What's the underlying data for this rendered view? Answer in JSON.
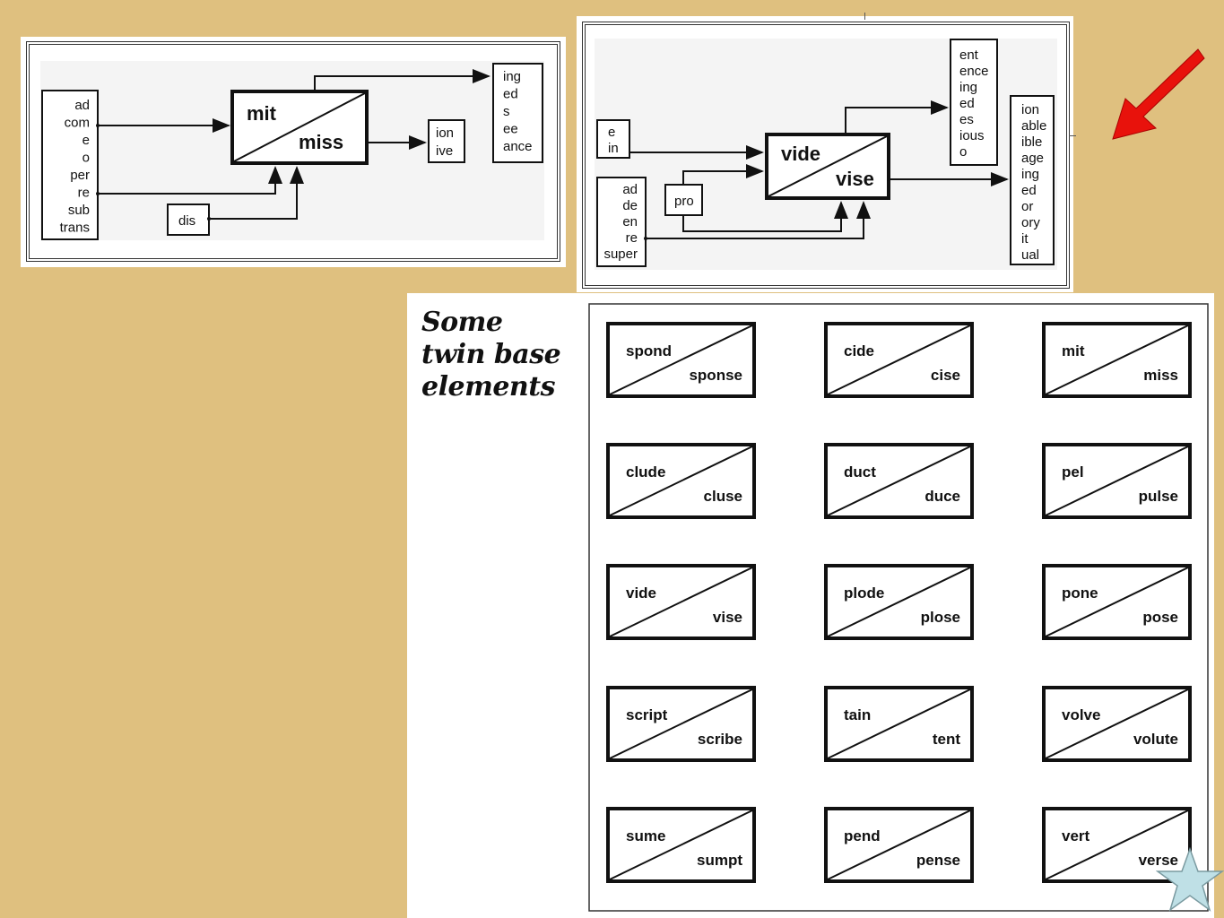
{
  "diagram1": {
    "prefixes": [
      "ad",
      "com",
      "e",
      "o",
      "per",
      "re",
      "sub",
      "trans"
    ],
    "base_top": "mit",
    "base_bottom": "miss",
    "extra_prefix": "dis",
    "suffixes_top": [
      "ing",
      "ed",
      "s",
      "ee",
      "ance"
    ],
    "suffixes_right": [
      "ion",
      "ive"
    ]
  },
  "diagram2": {
    "prefixes_a": [
      "e",
      "in"
    ],
    "prefixes_b": [
      "ad",
      "de",
      "en",
      "re",
      "super"
    ],
    "extra_prefix": "pro",
    "base_top": "vide",
    "base_bottom": "vise",
    "suffixes_top": [
      "ent",
      "ence",
      "ing",
      "ed",
      "es",
      "ious",
      "o"
    ],
    "suffixes_right": [
      "ion",
      "able",
      "ible",
      "age",
      "ing",
      "ed",
      "or",
      "ory",
      "it",
      "ual"
    ]
  },
  "twins": {
    "title_lines": [
      "Some",
      "twin base",
      "elements"
    ],
    "pairs": [
      {
        "top": "spond",
        "bottom": "sponse"
      },
      {
        "top": "cide",
        "bottom": "cise"
      },
      {
        "top": "mit",
        "bottom": "miss"
      },
      {
        "top": "clude",
        "bottom": "cluse"
      },
      {
        "top": "duct",
        "bottom": "duce"
      },
      {
        "top": "pel",
        "bottom": "pulse"
      },
      {
        "top": "vide",
        "bottom": "vise"
      },
      {
        "top": "plode",
        "bottom": "plose"
      },
      {
        "top": "pone",
        "bottom": "pose"
      },
      {
        "top": "script",
        "bottom": "scribe"
      },
      {
        "top": "tain",
        "bottom": "tent"
      },
      {
        "top": "volve",
        "bottom": "volute"
      },
      {
        "top": "sume",
        "bottom": "sumpt"
      },
      {
        "top": "pend",
        "bottom": "pense"
      },
      {
        "top": "vert",
        "bottom": "verse"
      }
    ]
  },
  "decorations": {
    "arrow_icon": "red-pointer-arrow-icon",
    "star_icon": "star-icon",
    "arrow_color": "#e8120c",
    "star_color": "#bfe0e6"
  }
}
